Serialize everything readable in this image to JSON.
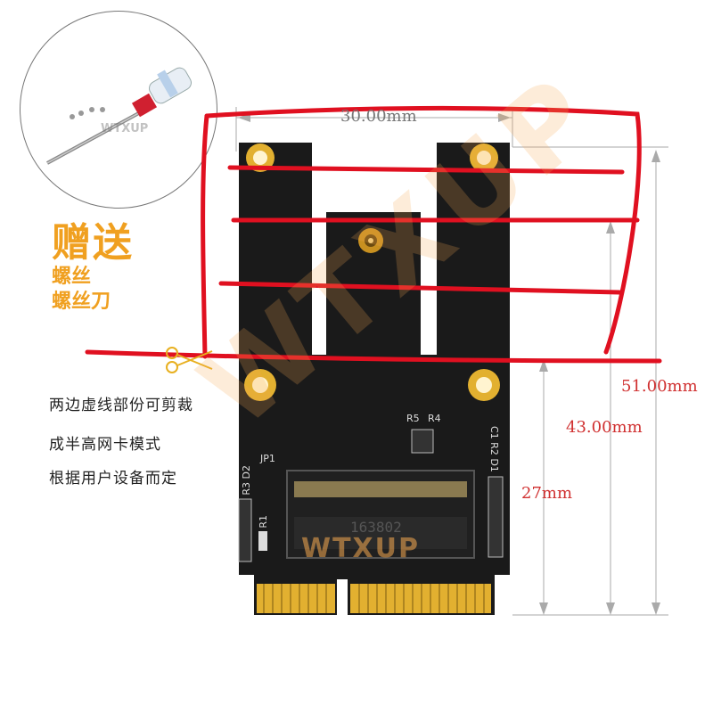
{
  "gift": {
    "title": "赠送",
    "item1": "螺丝",
    "item2": "螺丝刀"
  },
  "notes": [
    "两边虚线部份可剪裁",
    "成半高网卡模式",
    "根据用户设备而定"
  ],
  "dimensions": {
    "width": "30.00mm",
    "height_full": "51.00mm",
    "height_half": "43.00mm",
    "height_short": "27mm"
  },
  "board_labels": {
    "r5": "R5",
    "r4": "R4",
    "jp1": "JP1",
    "c1r2d1": "C1 R2 D1",
    "r3d2": "R3 D2",
    "r1": "R1",
    "chip": "163802",
    "watermark": "WTXUP"
  },
  "colors": {
    "gift": "#f0a020",
    "red_marker": "#e01020",
    "dim_text": "#d03030",
    "pcb": "#1a1a1a",
    "gold": "#e2b030"
  }
}
